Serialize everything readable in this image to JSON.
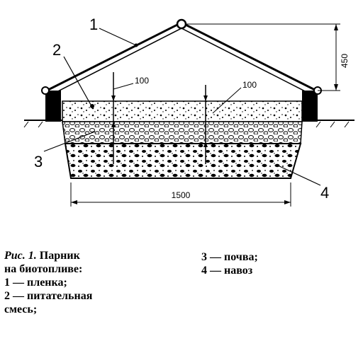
{
  "diagram": {
    "labels": {
      "film": "1",
      "mix": "2",
      "soil": "3",
      "manure": "4",
      "dim_height": "450",
      "dim_width": "1500",
      "dim_mix_left": "100",
      "dim_mix_right": "100"
    }
  },
  "caption": {
    "fig": "Рис. 1.",
    "title_part1": "Парник",
    "title_part2": "на биотопливе:",
    "item1": "1 — пленка;",
    "item2a": "2 — питательная",
    "item2b": "смесь;",
    "item3": "3 — почва;",
    "item4": "4 — навоз"
  }
}
